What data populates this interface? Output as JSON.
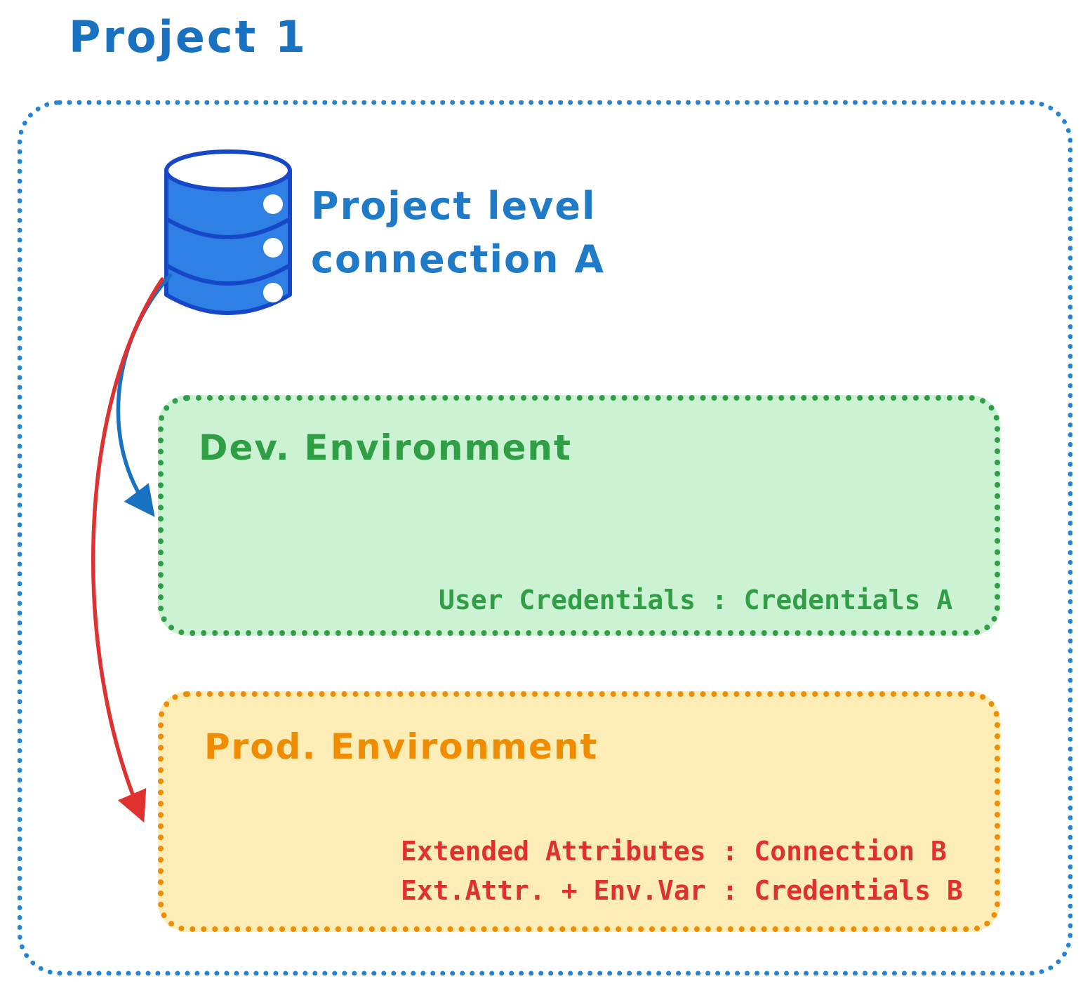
{
  "project": {
    "title": "Project 1"
  },
  "database": {
    "icon": "database-icon",
    "label_line1": "Project level",
    "label_line2": "connection A"
  },
  "dev_environment": {
    "title": "Dev. Environment",
    "credentials": "User Credentials : Credentials A"
  },
  "prod_environment": {
    "title": "Prod. Environment",
    "line1": "Extended Attributes : Connection B",
    "line2": "Ext.Attr. + Env.Var : Credentials B"
  },
  "arrows": [
    {
      "name": "project-connection-to-dev",
      "color": "#1971c2"
    },
    {
      "name": "project-connection-to-prod",
      "color": "#e03131"
    }
  ],
  "colors": {
    "project_border": "#2383d6",
    "title_text": "#1971c2",
    "db_fill": "#2f80e4",
    "db_stroke": "#1747c9",
    "dev_border": "#2f9e44",
    "dev_fill": "#ccf2d4",
    "dev_text": "#2f9e44",
    "prod_border": "#f08c00",
    "prod_fill": "#fcecb6",
    "prod_text": "#e03131"
  }
}
